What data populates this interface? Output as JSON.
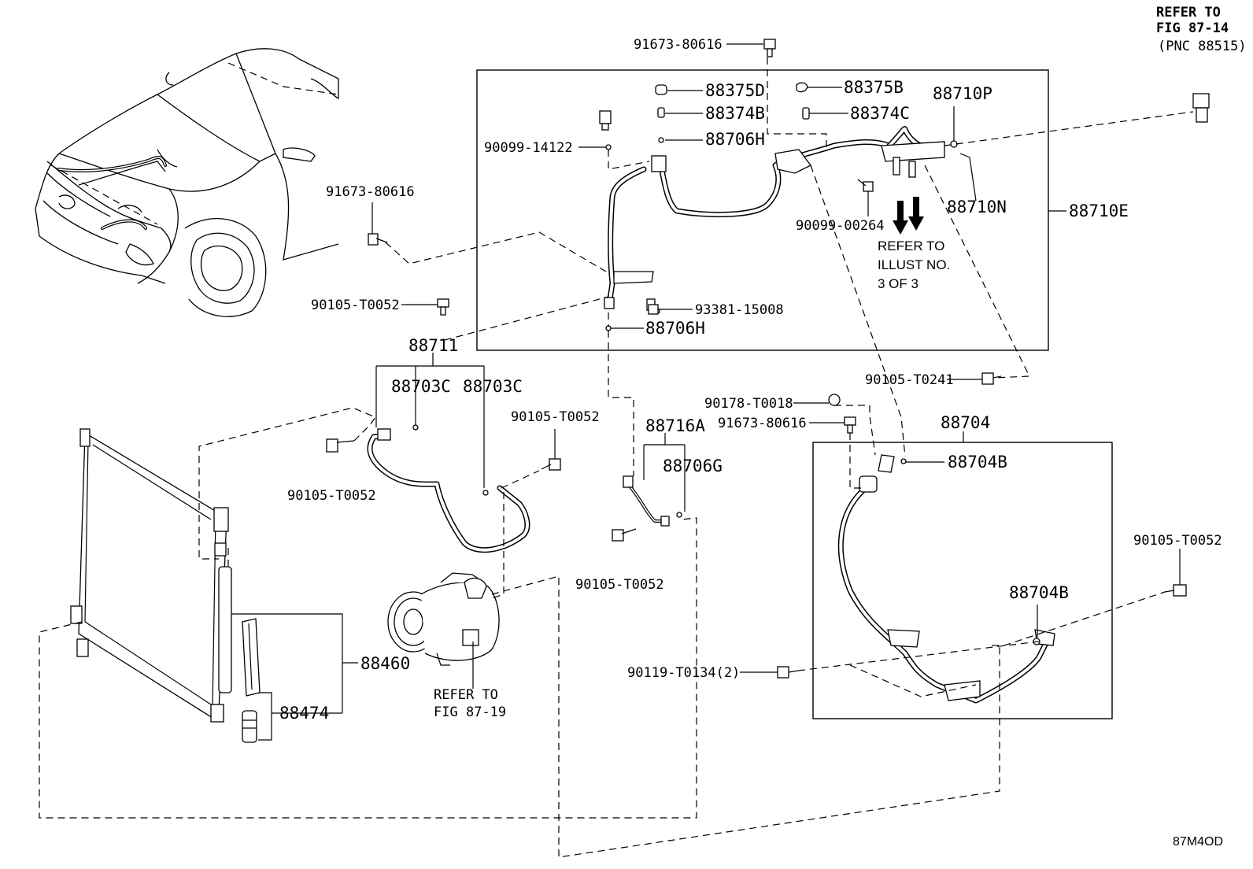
{
  "labels": {
    "l_91673_80616_top": "91673-80616",
    "l_88375D": "88375D",
    "l_88374B": "88374B",
    "l_88706H_top": "88706H",
    "l_90099_14122": "90099-14122",
    "l_88375B": "88375B",
    "l_88374C": "88374C",
    "l_88710P": "88710P",
    "l_88710N": "88710N",
    "l_88710E": "88710E",
    "l_90099_00264": "90099-00264",
    "l_91673_80616_left": "91673-80616",
    "l_93381_15008": "93381-15008",
    "l_88706H_bot": "88706H",
    "l_90105_T0052_a": "90105-T0052",
    "l_88711": "88711",
    "l_88703C_a": "88703C",
    "l_88703C_b": "88703C",
    "l_90105_T0052_b": "90105-T0052",
    "l_90105_T0052_c": "90105-T0052",
    "l_88716A": "88716A",
    "l_88706G": "88706G",
    "l_90105_T0052_d": "90105-T0052",
    "l_90105_T0241": "90105-T0241",
    "l_90178_T0018": "90178-T0018",
    "l_91673_80616_mid": "91673-80616",
    "l_88704": "88704",
    "l_88704B_top": "88704B",
    "l_88704B_bot": "88704B",
    "l_90105_T0052_e": "90105-T0052",
    "l_90119_T0134": "90119-T0134(2)",
    "l_88460": "88460",
    "l_88474": "88474"
  },
  "notes": {
    "refer_fig_87_14": [
      "REFER TO",
      "FIG 87-14",
      "(PNC 88515)"
    ],
    "refer_illust": [
      "REFER TO",
      "ILLUST NO.",
      "3 OF 3"
    ],
    "refer_fig_87_19": [
      "REFER TO",
      "FIG 87-19"
    ]
  },
  "illustration_code": "87M4OD"
}
